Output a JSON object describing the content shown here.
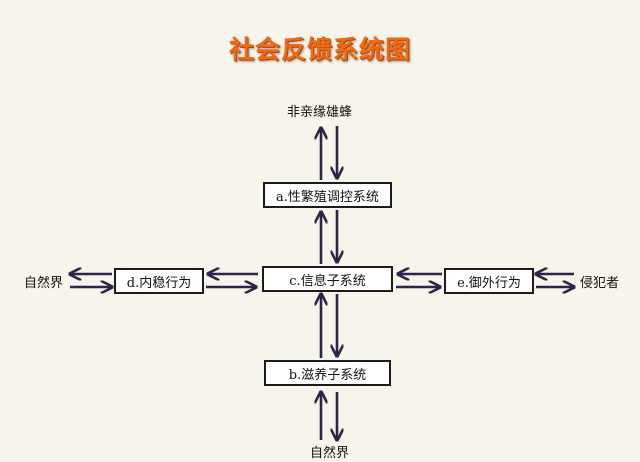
{
  "title": "社会反馈系统图",
  "nodes": {
    "a": "a.性繁殖调控系统",
    "b": "b.滋养子系统",
    "c": "c.信息子系统",
    "d": "d.内稳行为",
    "e": "e.御外行为"
  },
  "labels": {
    "top": "非亲缘雄蜂",
    "left": "自然界",
    "right": "侵犯者",
    "bottom": "自然界"
  },
  "colors": {
    "arrow": "#2f2347",
    "title": "#f06a12",
    "background": "#f7f4ec"
  }
}
